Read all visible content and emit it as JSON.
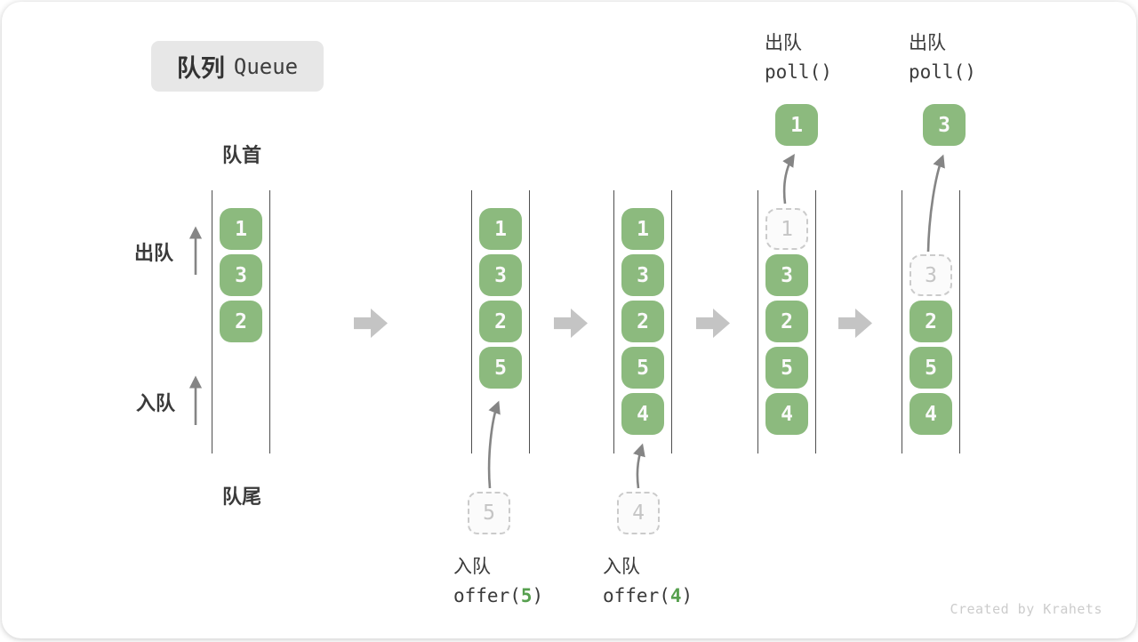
{
  "title": {
    "zh": "队列",
    "en": "Queue"
  },
  "side_labels": {
    "front": "队首",
    "rear": "队尾",
    "dequeue": "出队",
    "enqueue": "入队"
  },
  "queues": [
    {
      "cells": [
        {
          "slot": 0,
          "value": "1",
          "state": "filled"
        },
        {
          "slot": 1,
          "value": "3",
          "state": "filled"
        },
        {
          "slot": 2,
          "value": "2",
          "state": "filled"
        }
      ]
    },
    {
      "cells": [
        {
          "slot": 0,
          "value": "1",
          "state": "filled"
        },
        {
          "slot": 1,
          "value": "3",
          "state": "filled"
        },
        {
          "slot": 2,
          "value": "2",
          "state": "filled"
        },
        {
          "slot": 3,
          "value": "5",
          "state": "filled"
        }
      ]
    },
    {
      "cells": [
        {
          "slot": 0,
          "value": "1",
          "state": "filled"
        },
        {
          "slot": 1,
          "value": "3",
          "state": "filled"
        },
        {
          "slot": 2,
          "value": "2",
          "state": "filled"
        },
        {
          "slot": 3,
          "value": "5",
          "state": "filled"
        },
        {
          "slot": 4,
          "value": "4",
          "state": "filled"
        }
      ]
    },
    {
      "cells": [
        {
          "slot": 0,
          "value": "1",
          "state": "removed"
        },
        {
          "slot": 1,
          "value": "3",
          "state": "filled"
        },
        {
          "slot": 2,
          "value": "2",
          "state": "filled"
        },
        {
          "slot": 3,
          "value": "5",
          "state": "filled"
        },
        {
          "slot": 4,
          "value": "4",
          "state": "filled"
        }
      ]
    },
    {
      "cells": [
        {
          "slot": 1,
          "value": "3",
          "state": "removed"
        },
        {
          "slot": 2,
          "value": "2",
          "state": "filled"
        },
        {
          "slot": 3,
          "value": "5",
          "state": "filled"
        },
        {
          "slot": 4,
          "value": "4",
          "state": "filled"
        }
      ]
    }
  ],
  "enqueue_ops": [
    {
      "label": "入队",
      "code_before": "offer(",
      "arg": "5",
      "code_after": ")",
      "staged_value": "5"
    },
    {
      "label": "入队",
      "code_before": "offer(",
      "arg": "4",
      "code_after": ")",
      "staged_value": "4"
    }
  ],
  "dequeue_ops": [
    {
      "label": "出队",
      "code": "poll()",
      "removed_value": "1"
    },
    {
      "label": "出队",
      "code": "poll()",
      "removed_value": "3"
    }
  ],
  "footer": "Created by Krahets",
  "colors": {
    "cell_green": "#8CBA7E",
    "code_arg_green": "#57A04F",
    "text_ink": "#3A3A3A",
    "channel_line": "#4F4F4F",
    "block_arrow_gray": "#C4C4C4",
    "dashed_gray": "#CBCBCB"
  }
}
